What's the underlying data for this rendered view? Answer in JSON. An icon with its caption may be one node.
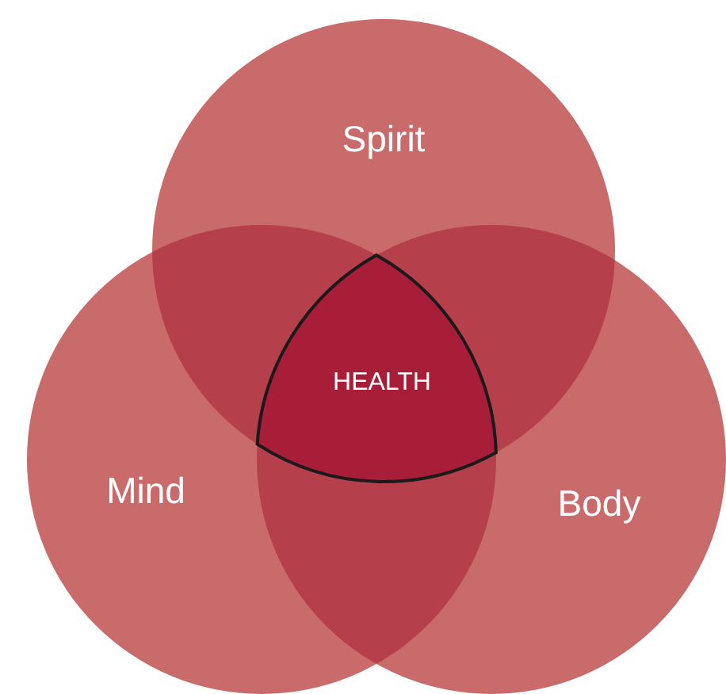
{
  "diagram": {
    "nodes": [
      {
        "text": [
          "Spirit"
        ]
      },
      {
        "text": [
          "Mind"
        ]
      },
      {
        "text": [
          "Body"
        ]
      },
      {
        "text": [
          "HEALTH"
        ]
      }
    ]
  }
}
